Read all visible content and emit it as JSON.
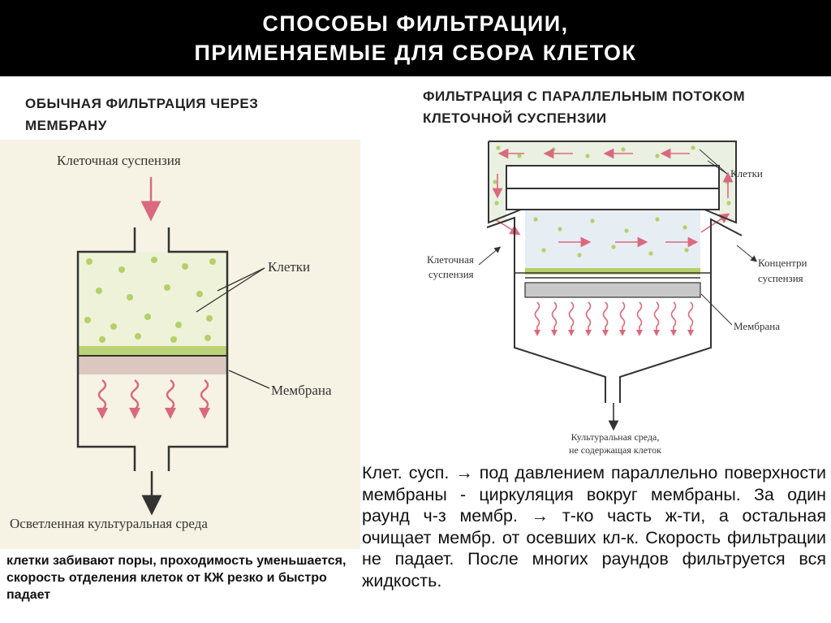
{
  "title": {
    "line1": "СПОСОБЫ ФИЛЬТРАЦИИ,",
    "line2": "ПРИМЕНЯЕМЫЕ ДЛЯ СБОРА КЛЕТОК"
  },
  "left": {
    "heading": "ОБЫЧНАЯ ФИЛЬТРАЦИЯ ЧЕРЕЗ МЕМБРАНУ",
    "diagram": {
      "inlet_label": "Клеточная суспензия",
      "cells_label": "Клетки",
      "membrane_label": "Мембрана",
      "outlet_label": "Осветленная культуральная среда"
    },
    "caption": "клетки забивают поры, проходимость уменьшается, скорость отделения клеток от КЖ резко и быстро падает"
  },
  "right": {
    "heading": "ФИЛЬТРАЦИЯ С ПАРАЛЛЕЛЬНЫМ ПОТОКОМ КЛЕТОЧНОЙ СУСПЕНЗИИ",
    "diagram": {
      "cells_label": "Клетки",
      "inlet_label_1": "Клеточная",
      "inlet_label_2": "суспензия",
      "concentrate_label_1": "Концентри",
      "concentrate_label_2": "суспензия",
      "membrane_label": "Мембрана",
      "outlet_label_1": "Культуральная среда,",
      "outlet_label_2": "не содержащая клеток"
    },
    "description": "Клет. сусп. → под давлением параллельно поверхности мембраны - циркуляция вокруг мембраны. За один раунд ч-з мембр. → т-ко часть ж-ти, а остальная очищает мембр. от осевших кл-к. Скорость фильтрации не падает. После многих раундов фильтруется вся жидкость."
  },
  "colors": {
    "title_bg": "#000000",
    "cell_green": "#b5cf6a",
    "suspension_fill": "#eef2d8",
    "membrane_gray": "#cfcfcf",
    "flow_arrow": "#d96a7e"
  }
}
